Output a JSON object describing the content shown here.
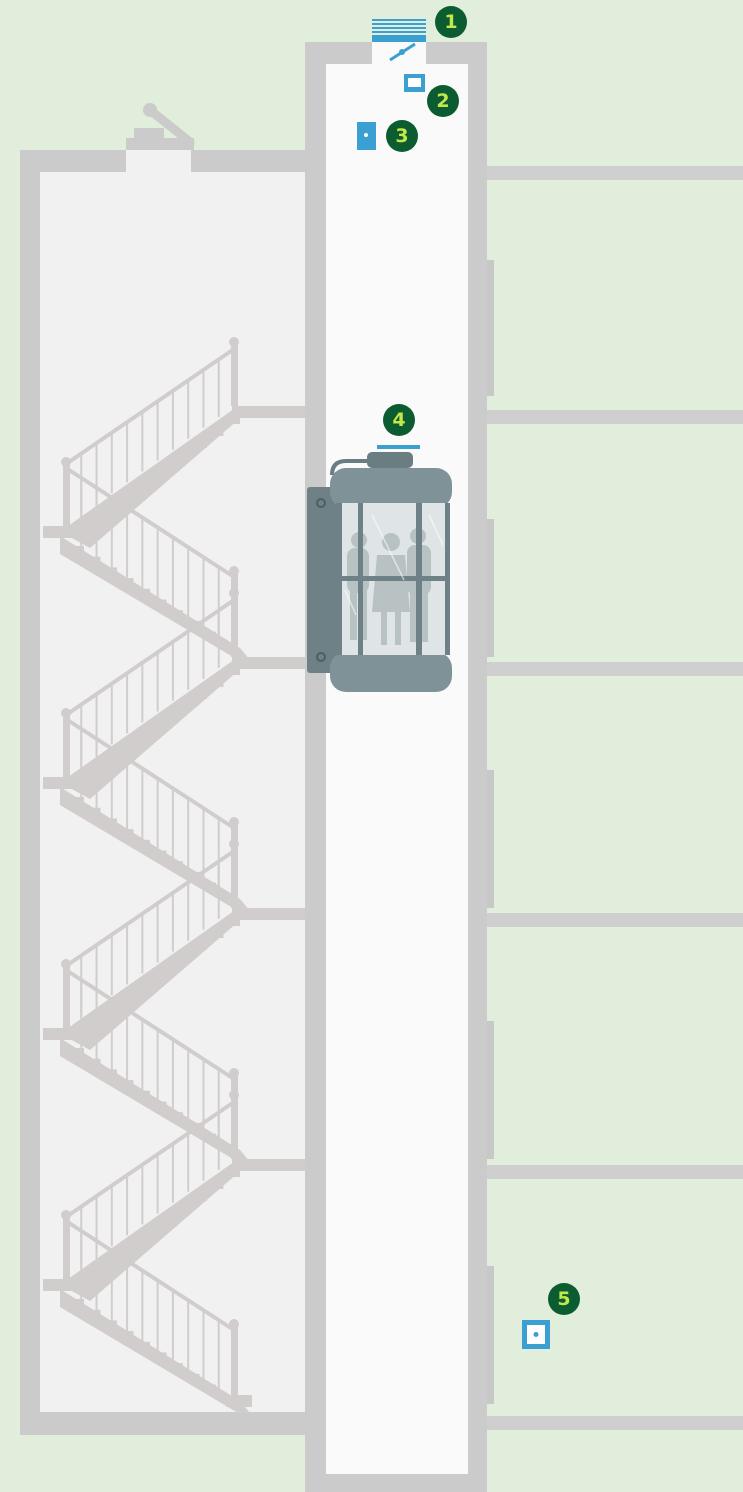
{
  "colors": {
    "background": "#e0eedb",
    "wall": "#cccccc",
    "stairwell_interior": "#f1f1f2",
    "shaft_interior": "#fafafa",
    "stairs": "#d2cdcd",
    "accent_blue": "#3a9fd1",
    "cabin": "#7f9298",
    "badge_fill": "#0c5c32",
    "badge_text": "#c3e64a"
  },
  "markers": [
    {
      "id": "1",
      "label": "1",
      "icon": "machine-unit-icon"
    },
    {
      "id": "2",
      "label": "2",
      "icon": "control-panel-icon"
    },
    {
      "id": "3",
      "label": "3",
      "icon": "shaft-device-icon"
    },
    {
      "id": "4",
      "label": "4",
      "icon": "cabin-top-device-icon"
    },
    {
      "id": "5",
      "label": "5",
      "icon": "landing-call-button-icon"
    }
  ]
}
